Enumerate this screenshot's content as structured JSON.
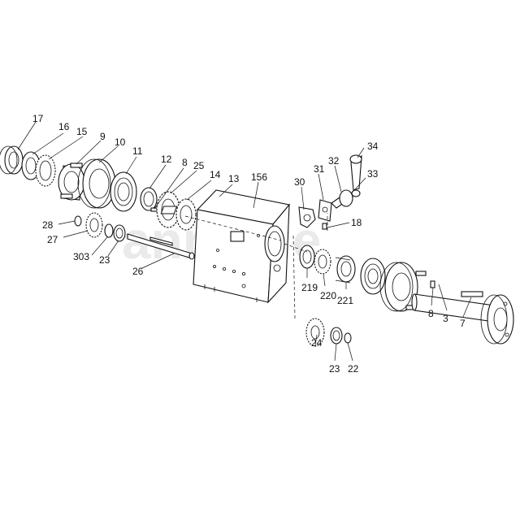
{
  "watermark": "anruixie",
  "labels": {
    "p17": "17",
    "p16": "16",
    "p15": "15",
    "p9": "9",
    "p10": "10",
    "p11": "11",
    "p12": "12",
    "p8a": "8",
    "p25": "25",
    "p14": "14",
    "p13": "13",
    "p156": "156",
    "p30": "30",
    "p31": "31",
    "p32": "32",
    "p34": "34",
    "p33": "33",
    "p18": "18",
    "p28": "28",
    "p27": "27",
    "p303": "303",
    "p23a": "23",
    "p26": "26",
    "p219": "219",
    "p220": "220",
    "p221": "221",
    "p8b": "8",
    "p3": "3",
    "p7": "7",
    "p24": "24",
    "p23b": "23",
    "p22": "22"
  }
}
